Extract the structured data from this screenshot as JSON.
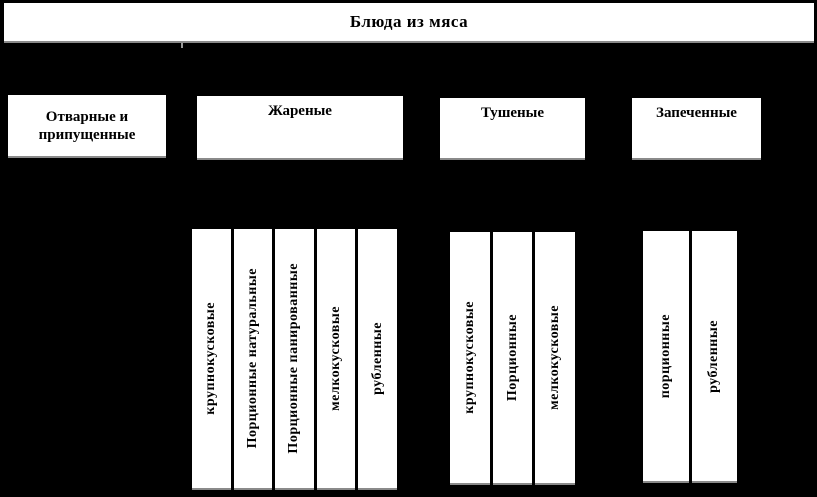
{
  "title": {
    "label": "Блюда из мяса"
  },
  "categories": [
    {
      "label": "Отварные и припущенные",
      "children": []
    },
    {
      "label": "Жареные",
      "children": [
        "крупнокусковые",
        "Порционные натуральные",
        "Порционные панированные",
        "мелкокусковые",
        "рубленные"
      ]
    },
    {
      "label": "Тушеные",
      "children": [
        "крупнокусковые",
        "Порционные",
        "мелкокусковые"
      ]
    },
    {
      "label": "Запеченные",
      "children": [
        "порционные",
        "рубленные"
      ]
    }
  ],
  "colors": {
    "background": "#000000",
    "box": "#ffffff",
    "text": "#000000",
    "divider": "#000000",
    "shadow": "#8a8a8a"
  }
}
